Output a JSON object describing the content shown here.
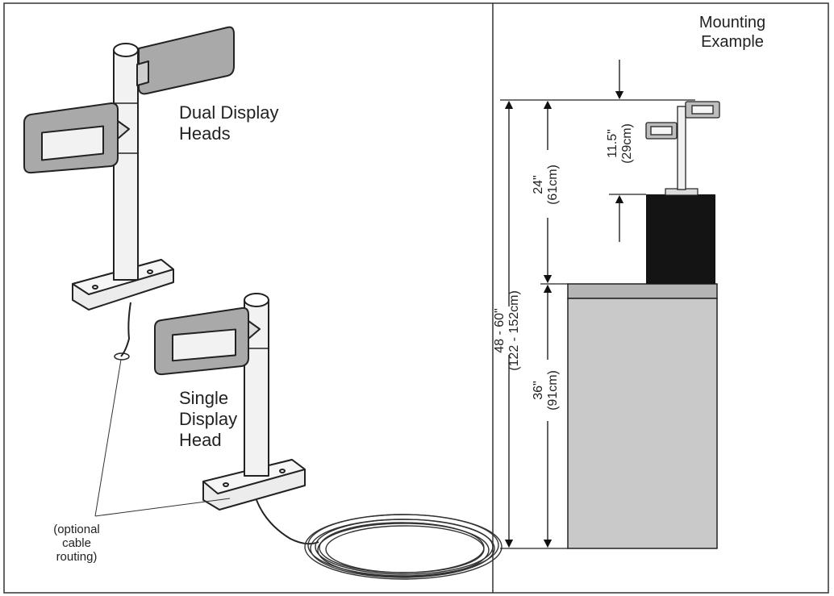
{
  "left_panel": {
    "dual_label": [
      "Dual Display",
      "Heads"
    ],
    "single_label": [
      "Single",
      "Display",
      "Head"
    ],
    "cable_label": [
      "(optional",
      "cable",
      "routing)"
    ]
  },
  "right_panel": {
    "title": [
      "Mounting",
      "Example"
    ],
    "dim_total": [
      "48 - 60\"",
      "(122 - 152cm)"
    ],
    "dim_pole": [
      "24\"",
      "(61cm)"
    ],
    "dim_head": [
      "11.5\"",
      "(29cm)"
    ],
    "dim_counter": [
      "36\"",
      "(91cm)"
    ]
  },
  "colors": {
    "display_gray": "#a9a9a9",
    "counter_gray": "#c9c9c9",
    "base_block": "#141414",
    "line": "#222222"
  },
  "icons": [
    "pole-display-dual",
    "pole-display-single",
    "cable-coil",
    "dimension-arrow"
  ]
}
